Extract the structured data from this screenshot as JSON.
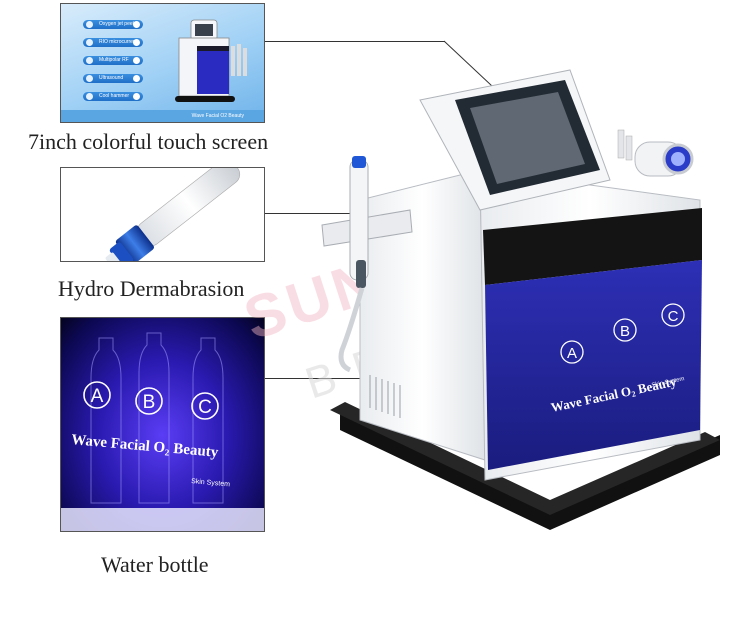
{
  "callouts": [
    {
      "id": "touch-screen",
      "caption": "7inch colorful touch screen"
    },
    {
      "id": "hydro-dermabrasion",
      "caption": "Hydro Dermabrasion"
    },
    {
      "id": "water-bottle",
      "caption": "Water bottle"
    }
  ],
  "touch_screen": {
    "menu_items": [
      "Oxygen jet peel",
      "RIO microcurrent",
      "Multipolar RF",
      "Ultrasound",
      "Cool hammer"
    ],
    "footer_text": "Wave Facial O2 Beauty"
  },
  "bottles": {
    "labels": [
      "A",
      "B",
      "C"
    ],
    "brand_main": "Wave Facial O",
    "brand_sub_char": "2",
    "brand_tail": " Beauty",
    "brand_small": "Skin System"
  },
  "machine": {
    "body_labels": [
      "A",
      "B",
      "C"
    ],
    "brand_main": "Wave Facial O",
    "brand_sub_char": "2",
    "brand_tail": " Beauty",
    "brand_small": "Skin System"
  },
  "watermark": {
    "line1": "SUNWIN",
    "line2": "BEAUTY"
  },
  "colors": {
    "blue_glow": "#3b2af0",
    "watermark": "#f3b6c4",
    "frame": "#111111"
  }
}
